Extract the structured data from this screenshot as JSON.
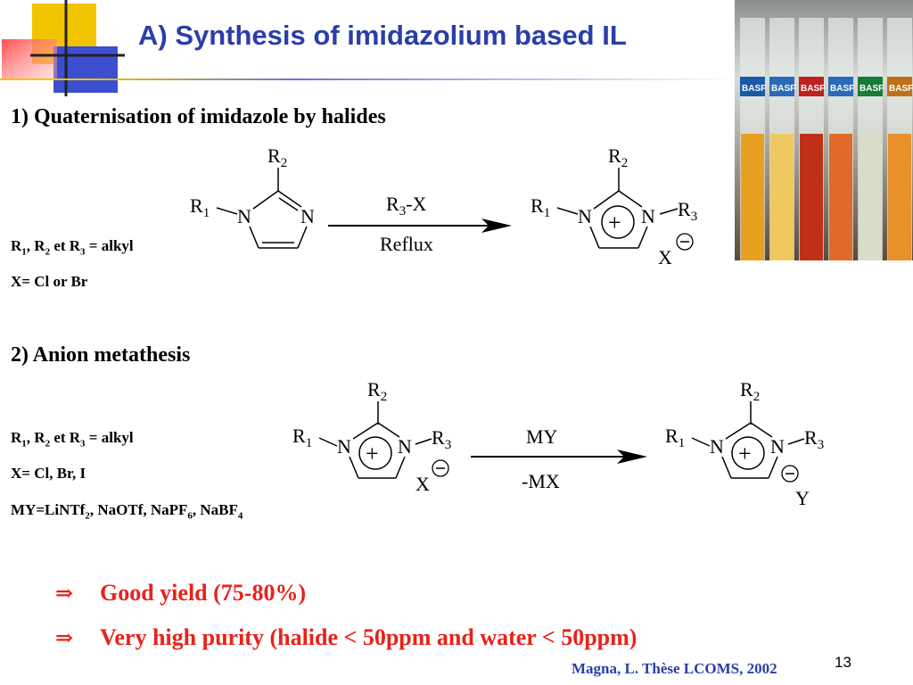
{
  "title": "A) Synthesis of imidazolium based IL",
  "section1": {
    "heading": "1) Quaternisation of imidazole by halides",
    "note_r_prefix": "R",
    "note_r_tail": " = alkyl",
    "note_x": "X= Cl or Br",
    "reagent": "R3-X",
    "condition": "Reflux"
  },
  "section2": {
    "heading": "2) Anion metathesis",
    "note_r_tail": " = alkyl",
    "note_x": "X= Cl, Br, I",
    "note_my": "MY=LiNTf2, NaOTf, NaPF6, NaBF4",
    "reagent": "MY",
    "condition": "-MX"
  },
  "structure_labels": {
    "r1": "R1",
    "r2": "R2",
    "r3": "R3",
    "n": "N",
    "x": "X",
    "y": "Y"
  },
  "bullets": [
    {
      "arrow": "⇒",
      "text": "Good yield (75-80%)"
    },
    {
      "arrow": "⇒",
      "text": "Very high purity (halide < 50ppm and water < 50ppm)"
    }
  ],
  "photo_labels": [
    "BASF",
    "BASF",
    "BASF",
    "BASF",
    "BASF",
    "BASF"
  ],
  "citation": "Magna, L. Thèse LCOMS, 2002",
  "page_number": "13",
  "colors": {
    "title": "#2b3ea8",
    "accent_red": "#e8221b",
    "deco_yellow": "#f2c400",
    "deco_blue": "#3c4fd0",
    "deco_red": "#ff4a4a"
  }
}
